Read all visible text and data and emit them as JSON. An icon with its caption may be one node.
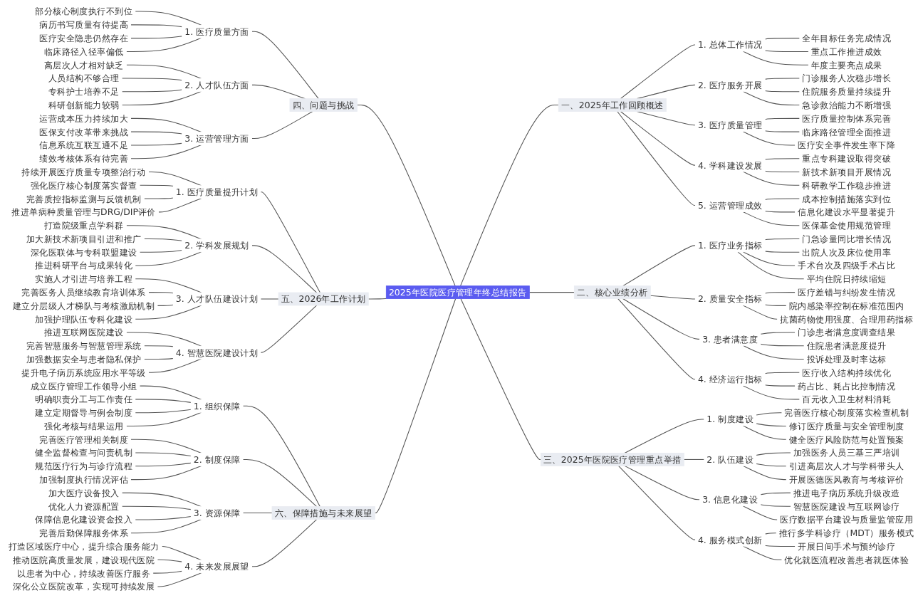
{
  "diagram": {
    "nodes": [
      {
        "text": [
          "2025年医院医疗管理年终总结报告"
        ]
      },
      {
        "text": [
          "一、2025年工作回顾概述"
        ]
      },
      {
        "text": [
          "1. 总体工作情况"
        ]
      },
      {
        "text": [
          "全年目标任务完成情况"
        ]
      },
      {
        "text": [
          "重点工作推进成效"
        ]
      },
      {
        "text": [
          "年度主要亮点成果"
        ]
      },
      {
        "text": [
          "2. 医疗服务开展"
        ]
      },
      {
        "text": [
          "门诊服务人次稳步增长"
        ]
      },
      {
        "text": [
          "住院服务质量持续提升"
        ]
      },
      {
        "text": [
          "急诊救治能力不断增强"
        ]
      },
      {
        "text": [
          "3. 医疗质量管理"
        ]
      },
      {
        "text": [
          "医疗质量控制体系完善"
        ]
      },
      {
        "text": [
          "临床路径管理全面推进"
        ]
      },
      {
        "text": [
          "医疗安全事件发生率下降"
        ]
      },
      {
        "text": [
          "4. 学科建设发展"
        ]
      },
      {
        "text": [
          "重点专科建设取得突破"
        ]
      },
      {
        "text": [
          "新技术新项目开展情况"
        ]
      },
      {
        "text": [
          "科研教学工作稳步推进"
        ]
      },
      {
        "text": [
          "5. 运营管理成效"
        ]
      },
      {
        "text": [
          "成本控制措施落实到位"
        ]
      },
      {
        "text": [
          "信息化建设水平显著提升"
        ]
      },
      {
        "text": [
          "医保基金使用规范管理"
        ]
      },
      {
        "text": [
          "二、核心业绩分析"
        ]
      },
      {
        "text": [
          "1. 医疗业务指标"
        ]
      },
      {
        "text": [
          "门急诊量同比增长情况"
        ]
      },
      {
        "text": [
          "出院人次及床位使用率"
        ]
      },
      {
        "text": [
          "手术台次及四级手术占比"
        ]
      },
      {
        "text": [
          "平均住院日持续缩短"
        ]
      },
      {
        "text": [
          "2. 质量安全指标"
        ]
      },
      {
        "text": [
          "医疗差错与纠纷发生情况"
        ]
      },
      {
        "text": [
          "院内感染率控制在标准范围内"
        ]
      },
      {
        "text": [
          "抗菌药物使用强度、合理用药指标"
        ]
      },
      {
        "text": [
          "3. 患者满意度"
        ]
      },
      {
        "text": [
          "门诊患者满意度调查结果"
        ]
      },
      {
        "text": [
          "住院患者满意度提升"
        ]
      },
      {
        "text": [
          "投诉处理及时率达标"
        ]
      },
      {
        "text": [
          "4. 经济运行指标"
        ]
      },
      {
        "text": [
          "医疗收入结构持续优化"
        ]
      },
      {
        "text": [
          "药占比、耗占比控制情况"
        ]
      },
      {
        "text": [
          "百元收入卫生材料消耗"
        ]
      },
      {
        "text": [
          "三、2025年医院医疗管理重点举措"
        ]
      },
      {
        "text": [
          "1. 制度建设"
        ]
      },
      {
        "text": [
          "完善医疗核心制度落实检查机制"
        ]
      },
      {
        "text": [
          "修订医疗质量与安全管理制度"
        ]
      },
      {
        "text": [
          "健全医疗风险防范与处置预案"
        ]
      },
      {
        "text": [
          "2. 队伍建设"
        ]
      },
      {
        "text": [
          "加强医务人员三基三严培训"
        ]
      },
      {
        "text": [
          "引进高层次人才与学科带头人"
        ]
      },
      {
        "text": [
          "开展医德医风教育与考核评价"
        ]
      },
      {
        "text": [
          "3. 信息化建设"
        ]
      },
      {
        "text": [
          "推进电子病历系统升级改造"
        ]
      },
      {
        "text": [
          "智慧医院建设与互联网诊疗"
        ]
      },
      {
        "text": [
          "医疗数据平台建设与质量监管应用"
        ]
      },
      {
        "text": [
          "4. 服务模式创新"
        ]
      },
      {
        "text": [
          "推行多学科诊疗（MDT）服务模式"
        ]
      },
      {
        "text": [
          "开展日间手术与预约诊疗"
        ]
      },
      {
        "text": [
          "优化就医流程改善患者就医体验"
        ]
      },
      {
        "text": [
          "四、问题与挑战"
        ]
      },
      {
        "text": [
          "1. 医疗质量方面"
        ]
      },
      {
        "text": [
          "部分核心制度执行不到位"
        ]
      },
      {
        "text": [
          "病历书写质量有待提高"
        ]
      },
      {
        "text": [
          "医疗安全隐患仍然存在"
        ]
      },
      {
        "text": [
          "临床路径入径率偏低"
        ]
      },
      {
        "text": [
          "2. 人才队伍方面"
        ]
      },
      {
        "text": [
          "高层次人才相对缺乏"
        ]
      },
      {
        "text": [
          "人员结构不够合理"
        ]
      },
      {
        "text": [
          "专科护士培养不足"
        ]
      },
      {
        "text": [
          "科研创新能力较弱"
        ]
      },
      {
        "text": [
          "3. 运营管理方面"
        ]
      },
      {
        "text": [
          "运营成本压力持续加大"
        ]
      },
      {
        "text": [
          "医保支付改革带来挑战"
        ]
      },
      {
        "text": [
          "信息系统互联互通不足"
        ]
      },
      {
        "text": [
          "绩效考核体系有待完善"
        ]
      },
      {
        "text": [
          "五、2026年工作计划"
        ]
      },
      {
        "text": [
          "1. 医疗质量提升计划"
        ]
      },
      {
        "text": [
          "持续开展医疗质量专项整治行动"
        ]
      },
      {
        "text": [
          "强化医疗核心制度落实督查"
        ]
      },
      {
        "text": [
          "完善质控指标监测与反馈机制"
        ]
      },
      {
        "text": [
          "推进单病种质量管理与DRG/DIP评价"
        ]
      },
      {
        "text": [
          "2. 学科发展规划"
        ]
      },
      {
        "text": [
          "打造院级重点学科群"
        ]
      },
      {
        "text": [
          "加大新技术新项目引进和推广"
        ]
      },
      {
        "text": [
          "深化医联体与专科联盟建设"
        ]
      },
      {
        "text": [
          "推进科研平台与成果转化"
        ]
      },
      {
        "text": [
          "3. 人才队伍建设计划"
        ]
      },
      {
        "text": [
          "实施人才引进与培养工程"
        ]
      },
      {
        "text": [
          "完善医务人员继续教育培训体系"
        ]
      },
      {
        "text": [
          "建立分层级人才梯队与考核激励机制"
        ]
      },
      {
        "text": [
          "加强护理队伍专科化建设"
        ]
      },
      {
        "text": [
          "4. 智慧医院建设计划"
        ]
      },
      {
        "text": [
          "推进互联网医院建设"
        ]
      },
      {
        "text": [
          "完善智慧服务与智慧管理系统"
        ]
      },
      {
        "text": [
          "加强数据安全与患者隐私保护"
        ]
      },
      {
        "text": [
          "提升电子病历系统应用水平等级"
        ]
      },
      {
        "text": [
          "六、保障措施与未来展望"
        ]
      },
      {
        "text": [
          "1. 组织保障"
        ]
      },
      {
        "text": [
          "成立医疗管理工作领导小组"
        ]
      },
      {
        "text": [
          "明确职责分工与工作责任"
        ]
      },
      {
        "text": [
          "建立定期督导与例会制度"
        ]
      },
      {
        "text": [
          "强化考核与结果运用"
        ]
      },
      {
        "text": [
          "2. 制度保障"
        ]
      },
      {
        "text": [
          "完善医疗管理相关制度"
        ]
      },
      {
        "text": [
          "健全监督检查与问责机制"
        ]
      },
      {
        "text": [
          "规范医疗行为与诊疗流程"
        ]
      },
      {
        "text": [
          "加强制度执行情况评估"
        ]
      },
      {
        "text": [
          "3. 资源保障"
        ]
      },
      {
        "text": [
          "加大医疗设备投入"
        ]
      },
      {
        "text": [
          "优化人力资源配置"
        ]
      },
      {
        "text": [
          "保障信息化建设资金投入"
        ]
      },
      {
        "text": [
          "完善后勤保障服务体系"
        ]
      },
      {
        "text": [
          "4. 未来发展展望"
        ]
      },
      {
        "text": [
          "打造区域医疗中心，提升综合服务能力"
        ]
      },
      {
        "text": [
          "推动医院高质量发展，建设现代医院"
        ]
      },
      {
        "text": [
          "以患者为中心，持续改善医疗服务"
        ]
      },
      {
        "text": [
          "深化公立医院改革，实现可持续发展"
        ]
      }
    ],
    "edges": [
      {
        "from": 0,
        "to": 1,
        "arrow": "none"
      },
      {
        "from": 1,
        "to": 2,
        "arrow": "none"
      },
      {
        "from": 2,
        "to": 3,
        "arrow": "none"
      },
      {
        "from": 2,
        "to": 4,
        "arrow": "none"
      },
      {
        "from": 2,
        "to": 5,
        "arrow": "none"
      },
      {
        "from": 1,
        "to": 6,
        "arrow": "none"
      },
      {
        "from": 6,
        "to": 7,
        "arrow": "none"
      },
      {
        "from": 6,
        "to": 8,
        "arrow": "none"
      },
      {
        "from": 6,
        "to": 9,
        "arrow": "none"
      },
      {
        "from": 1,
        "to": 10,
        "arrow": "none"
      },
      {
        "from": 10,
        "to": 11,
        "arrow": "none"
      },
      {
        "from": 10,
        "to": 12,
        "arrow": "none"
      },
      {
        "from": 10,
        "to": 13,
        "arrow": "none"
      },
      {
        "from": 1,
        "to": 14,
        "arrow": "none"
      },
      {
        "from": 14,
        "to": 15,
        "arrow": "none"
      },
      {
        "from": 14,
        "to": 16,
        "arrow": "none"
      },
      {
        "from": 14,
        "to": 17,
        "arrow": "none"
      },
      {
        "from": 1,
        "to": 18,
        "arrow": "none"
      },
      {
        "from": 18,
        "to": 19,
        "arrow": "none"
      },
      {
        "from": 18,
        "to": 20,
        "arrow": "none"
      },
      {
        "from": 18,
        "to": 21,
        "arrow": "none"
      },
      {
        "from": 0,
        "to": 22,
        "arrow": "none"
      },
      {
        "from": 22,
        "to": 23,
        "arrow": "none"
      },
      {
        "from": 23,
        "to": 24,
        "arrow": "none"
      },
      {
        "from": 23,
        "to": 25,
        "arrow": "none"
      },
      {
        "from": 23,
        "to": 26,
        "arrow": "none"
      },
      {
        "from": 23,
        "to": 27,
        "arrow": "none"
      },
      {
        "from": 22,
        "to": 28,
        "arrow": "none"
      },
      {
        "from": 28,
        "to": 29,
        "arrow": "none"
      },
      {
        "from": 28,
        "to": 30,
        "arrow": "none"
      },
      {
        "from": 28,
        "to": 31,
        "arrow": "none"
      },
      {
        "from": 22,
        "to": 32,
        "arrow": "none"
      },
      {
        "from": 32,
        "to": 33,
        "arrow": "none"
      },
      {
        "from": 32,
        "to": 34,
        "arrow": "none"
      },
      {
        "from": 32,
        "to": 35,
        "arrow": "none"
      },
      {
        "from": 22,
        "to": 36,
        "arrow": "none"
      },
      {
        "from": 36,
        "to": 37,
        "arrow": "none"
      },
      {
        "from": 36,
        "to": 38,
        "arrow": "none"
      },
      {
        "from": 36,
        "to": 39,
        "arrow": "none"
      },
      {
        "from": 0,
        "to": 40,
        "arrow": "none"
      },
      {
        "from": 40,
        "to": 41,
        "arrow": "none"
      },
      {
        "from": 41,
        "to": 42,
        "arrow": "none"
      },
      {
        "from": 41,
        "to": 43,
        "arrow": "none"
      },
      {
        "from": 41,
        "to": 44,
        "arrow": "none"
      },
      {
        "from": 40,
        "to": 45,
        "arrow": "none"
      },
      {
        "from": 45,
        "to": 46,
        "arrow": "none"
      },
      {
        "from": 45,
        "to": 47,
        "arrow": "none"
      },
      {
        "from": 45,
        "to": 48,
        "arrow": "none"
      },
      {
        "from": 40,
        "to": 49,
        "arrow": "none"
      },
      {
        "from": 49,
        "to": 50,
        "arrow": "none"
      },
      {
        "from": 49,
        "to": 51,
        "arrow": "none"
      },
      {
        "from": 49,
        "to": 52,
        "arrow": "none"
      },
      {
        "from": 40,
        "to": 53,
        "arrow": "none"
      },
      {
        "from": 53,
        "to": 54,
        "arrow": "none"
      },
      {
        "from": 53,
        "to": 55,
        "arrow": "none"
      },
      {
        "from": 53,
        "to": 56,
        "arrow": "none"
      },
      {
        "from": 0,
        "to": 57,
        "arrow": "none"
      },
      {
        "from": 57,
        "to": 58,
        "arrow": "none"
      },
      {
        "from": 58,
        "to": 59,
        "arrow": "none"
      },
      {
        "from": 58,
        "to": 60,
        "arrow": "none"
      },
      {
        "from": 58,
        "to": 61,
        "arrow": "none"
      },
      {
        "from": 58,
        "to": 62,
        "arrow": "none"
      },
      {
        "from": 57,
        "to": 63,
        "arrow": "none"
      },
      {
        "from": 63,
        "to": 64,
        "arrow": "none"
      },
      {
        "from": 63,
        "to": 65,
        "arrow": "none"
      },
      {
        "from": 63,
        "to": 66,
        "arrow": "none"
      },
      {
        "from": 63,
        "to": 67,
        "arrow": "none"
      },
      {
        "from": 57,
        "to": 68,
        "arrow": "none"
      },
      {
        "from": 68,
        "to": 69,
        "arrow": "none"
      },
      {
        "from": 68,
        "to": 70,
        "arrow": "none"
      },
      {
        "from": 68,
        "to": 71,
        "arrow": "none"
      },
      {
        "from": 68,
        "to": 72,
        "arrow": "none"
      },
      {
        "from": 0,
        "to": 73,
        "arrow": "none"
      },
      {
        "from": 73,
        "to": 74,
        "arrow": "none"
      },
      {
        "from": 74,
        "to": 75,
        "arrow": "none"
      },
      {
        "from": 74,
        "to": 76,
        "arrow": "none"
      },
      {
        "from": 74,
        "to": 77,
        "arrow": "none"
      },
      {
        "from": 74,
        "to": 78,
        "arrow": "none"
      },
      {
        "from": 73,
        "to": 79,
        "arrow": "none"
      },
      {
        "from": 79,
        "to": 80,
        "arrow": "none"
      },
      {
        "from": 79,
        "to": 81,
        "arrow": "none"
      },
      {
        "from": 79,
        "to": 82,
        "arrow": "none"
      },
      {
        "from": 79,
        "to": 83,
        "arrow": "none"
      },
      {
        "from": 73,
        "to": 84,
        "arrow": "none"
      },
      {
        "from": 84,
        "to": 85,
        "arrow": "none"
      },
      {
        "from": 84,
        "to": 86,
        "arrow": "none"
      },
      {
        "from": 84,
        "to": 87,
        "arrow": "none"
      },
      {
        "from": 84,
        "to": 88,
        "arrow": "none"
      },
      {
        "from": 73,
        "to": 89,
        "arrow": "none"
      },
      {
        "from": 89,
        "to": 90,
        "arrow": "none"
      },
      {
        "from": 89,
        "to": 91,
        "arrow": "none"
      },
      {
        "from": 89,
        "to": 92,
        "arrow": "none"
      },
      {
        "from": 89,
        "to": 93,
        "arrow": "none"
      },
      {
        "from": 0,
        "to": 94,
        "arrow": "none"
      },
      {
        "from": 94,
        "to": 95,
        "arrow": "none"
      },
      {
        "from": 95,
        "to": 96,
        "arrow": "none"
      },
      {
        "from": 95,
        "to": 97,
        "arrow": "none"
      },
      {
        "from": 95,
        "to": 98,
        "arrow": "none"
      },
      {
        "from": 95,
        "to": 99,
        "arrow": "none"
      },
      {
        "from": 94,
        "to": 100,
        "arrow": "none"
      },
      {
        "from": 100,
        "to": 101,
        "arrow": "none"
      },
      {
        "from": 100,
        "to": 102,
        "arrow": "none"
      },
      {
        "from": 100,
        "to": 103,
        "arrow": "none"
      },
      {
        "from": 100,
        "to": 104,
        "arrow": "none"
      },
      {
        "from": 94,
        "to": 105,
        "arrow": "none"
      },
      {
        "from": 105,
        "to": 106,
        "arrow": "none"
      },
      {
        "from": 105,
        "to": 107,
        "arrow": "none"
      },
      {
        "from": 105,
        "to": 108,
        "arrow": "none"
      },
      {
        "from": 105,
        "to": 109,
        "arrow": "none"
      },
      {
        "from": 94,
        "to": 110,
        "arrow": "none"
      },
      {
        "from": 110,
        "to": 111,
        "arrow": "none"
      },
      {
        "from": 110,
        "to": 112,
        "arrow": "none"
      },
      {
        "from": 110,
        "to": 113,
        "arrow": "none"
      },
      {
        "from": 110,
        "to": 114,
        "arrow": "none"
      }
    ]
  }
}
